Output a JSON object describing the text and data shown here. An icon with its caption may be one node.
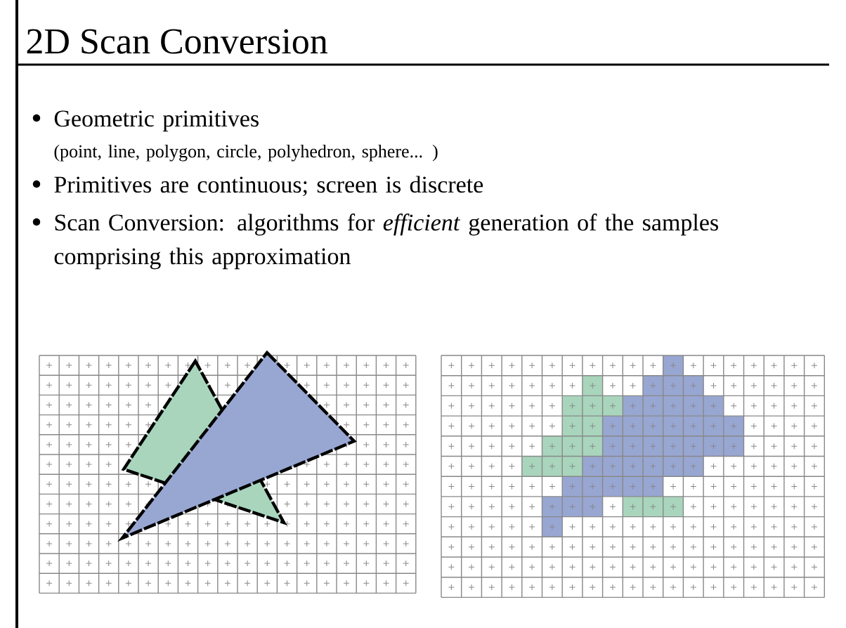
{
  "diagram": {
    "title": "2D Scan Conversion",
    "labels": [
      "Geometric primitives",
      "(point, line, polygon, circle, polyhedron, sphere... )",
      "Primitives are continuous; screen is discrete",
      "Scan Conversion: algorithms for *efficient* generation of the samples comprising this approximation"
    ]
  }
}
